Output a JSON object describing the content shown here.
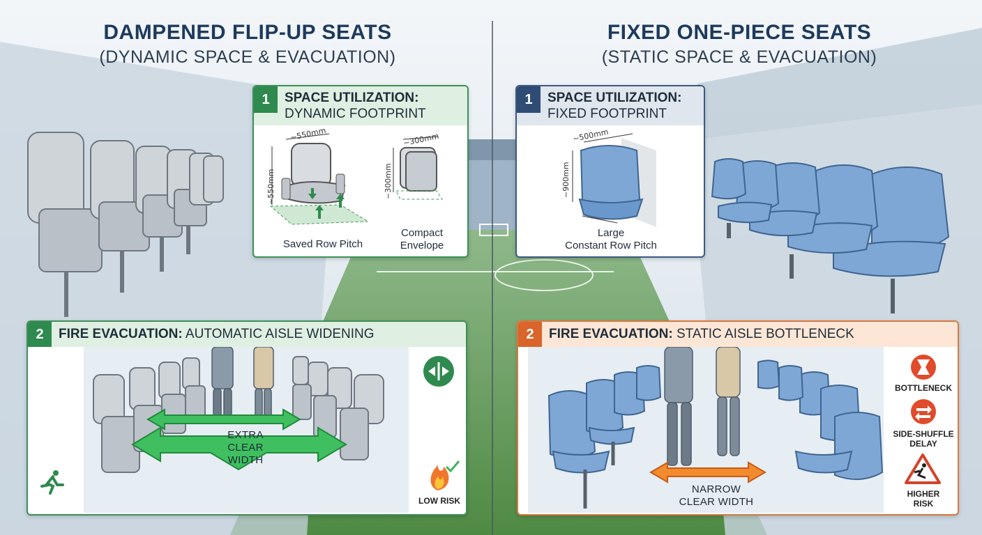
{
  "left": {
    "title": "DAMPENED FLIP-UP SEATS",
    "subtitle": "(DYNAMIC SPACE & EVACUATION)",
    "space": {
      "number": "1",
      "title_bold": "SPACE UTILIZATION:",
      "title_rest": "DYNAMIC FOOTPRINT",
      "dim_width_open": "~550mm",
      "dim_height_open": "~550mm",
      "dim_width_folded": "~300mm",
      "dim_height_folded": "~300mm",
      "caption_saved": "Saved Row Pitch",
      "caption_compact_1": "Compact",
      "caption_compact_2": "Envelope"
    },
    "fire": {
      "number": "2",
      "title_bold": "FIRE EVACUATION:",
      "title_rest": "AUTOMATIC AISLE WIDENING",
      "arrow_label_1": "EXTRA",
      "arrow_label_2": "CLEAR",
      "arrow_label_3": "WIDTH",
      "risk_label": "LOW RISK"
    }
  },
  "right": {
    "title": "FIXED ONE-PIECE SEATS",
    "subtitle": "(STATIC SPACE & EVACUATION)",
    "space": {
      "number": "1",
      "title_bold": "SPACE UTILIZATION:",
      "title_rest": "FIXED FOOTPRINT",
      "dim_width": "~500mm",
      "dim_height": "~900mm",
      "caption_1": "Large",
      "caption_2": "Constant Row Pitch"
    },
    "fire": {
      "number": "2",
      "title_bold": "FIRE EVACUATION:",
      "title_rest": "STATIC AISLE BOTTLENECK",
      "arrow_label_1": "NARROW",
      "arrow_label_2": "CLEAR WIDTH",
      "risk_1": "BOTTLENECK",
      "risk_2a": "SIDE-SHUFFLE",
      "risk_2b": "DELAY",
      "risk_3a": "HIGHER",
      "risk_3b": "RISK"
    }
  },
  "colors": {
    "green_accent": "#2e8a4e",
    "navy_accent": "#2f4d74",
    "orange_accent": "#d9652a",
    "flip_seat": "#cfd4d9",
    "fixed_seat": "#7fa7d6"
  },
  "icons": [
    "run-exit-icon",
    "aisle-widen-icon",
    "fire-check-icon",
    "bottleneck-icon",
    "side-shuffle-icon",
    "warning-slip-icon"
  ]
}
